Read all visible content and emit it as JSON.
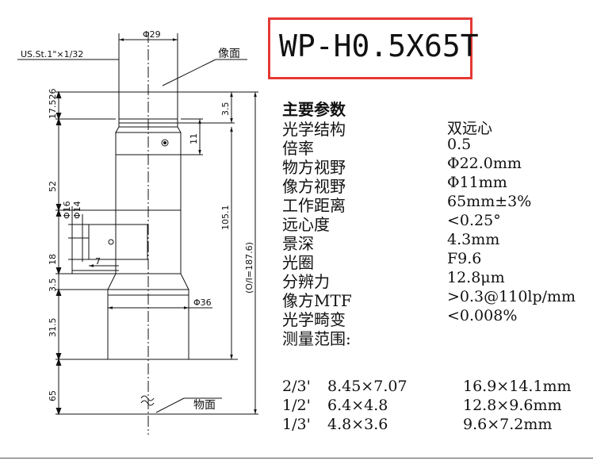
{
  "model": "WP-H0.5X65T",
  "drawing": {
    "thread_label": "US.St.1\"×1/32",
    "image_plane_label": "像面",
    "object_plane_label": "物面",
    "dia_29": "Φ29",
    "dia_16": "Φ16",
    "dia_14": "Φ14",
    "dia_36": "Φ36",
    "dim_17_526": "17.526",
    "dim_52": "52",
    "dim_18": "18",
    "dim_3_5_left": "3.5",
    "dim_31_5": "31.5",
    "dim_65": "65",
    "dim_3_5_right": "3.5",
    "dim_11": "11",
    "dim_105_1": "105.1",
    "dim_total": "(O/I=187.6)",
    "dim_7": "7"
  },
  "specs": {
    "heading": "主要参数",
    "rows": [
      {
        "label": "光学结构",
        "value": "双远心"
      },
      {
        "label": "倍率",
        "value": "0.5"
      },
      {
        "label": "物方视野",
        "value": "Φ22.0mm"
      },
      {
        "label": "像方视野",
        "value": "Φ11mm"
      },
      {
        "label": "工作距离",
        "value": "65mm±3%"
      },
      {
        "label": "远心度",
        "value": "<0.25°"
      },
      {
        "label": "景深",
        "value": "4.3mm"
      },
      {
        "label": "光圈",
        "value": "F9.6"
      },
      {
        "label": "分辨力",
        "value": "12.8μm"
      },
      {
        "label": "像方MTF",
        "value": ">0.3@110lp/mm"
      },
      {
        "label": "光学畸变",
        "value": "<0.008%"
      },
      {
        "label": "测量范围:",
        "value": ""
      }
    ],
    "sensors": [
      {
        "format": "2/3'",
        "image": "8.45×7.07",
        "object": "16.9×14.1mm"
      },
      {
        "format": "1/2'",
        "image": "6.4×4.8",
        "object": "12.8×9.6mm"
      },
      {
        "format": "1/3'",
        "image": "4.8×3.6",
        "object": "9.6×7.2mm"
      }
    ]
  }
}
